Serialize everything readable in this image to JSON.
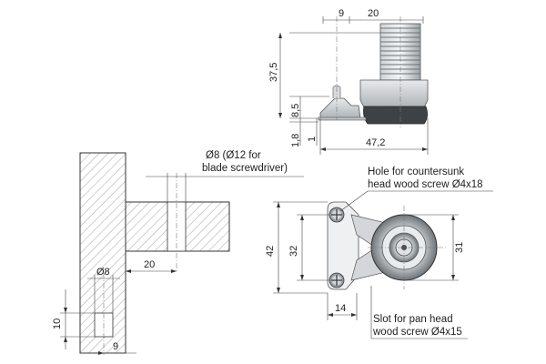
{
  "top_view": {
    "dim_9": "9",
    "dim_20": "20",
    "dim_37_5": "37,5",
    "dim_8_5": "8,5",
    "dim_1_8": "1,8",
    "dim_1": "1",
    "dim_47_2": "47,2"
  },
  "section_view": {
    "drill_note_line1": "Ø8 (Ø12 for",
    "drill_note_line2": "blade screwdriver)",
    "dim_20": "20",
    "dim_dia8": "Ø8",
    "dim_10": "10",
    "dim_9": "9"
  },
  "plan_view": {
    "hole_note_line1": "Hole for countersunk",
    "hole_note_line2": "head wood screw Ø4x18",
    "slot_note_line1": "Slot for pan head",
    "slot_note_line2": "wood screw Ø4x15",
    "dim_42": "42",
    "dim_32": "32",
    "dim_31": "31",
    "dim_14": "14"
  }
}
